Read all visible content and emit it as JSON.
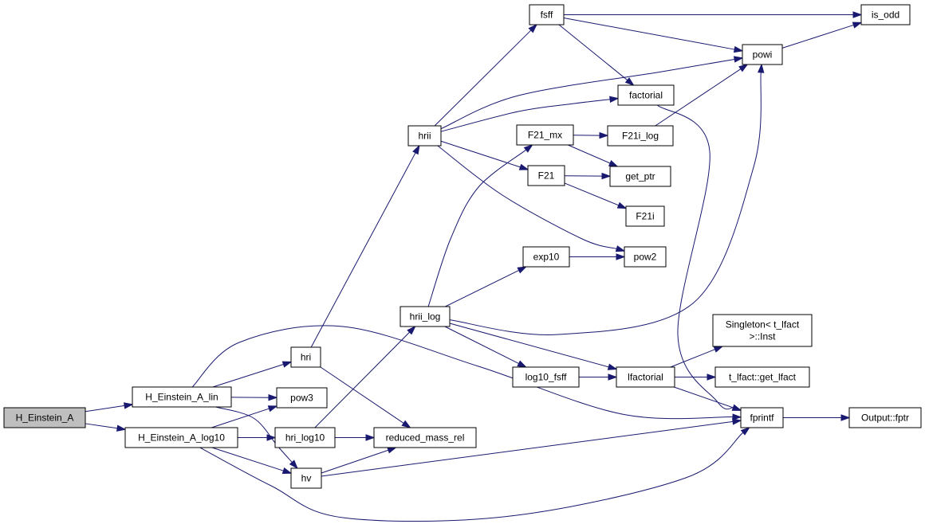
{
  "nodes": [
    {
      "id": "H_Einstein_A",
      "lines": [
        "H_Einstein_A"
      ],
      "highlighted": true
    },
    {
      "id": "H_Einstein_A_lin",
      "lines": [
        "H_Einstein_A_lin"
      ]
    },
    {
      "id": "H_Einstein_A_log10",
      "lines": [
        "H_Einstein_A_log10"
      ]
    },
    {
      "id": "hri",
      "lines": [
        "hri"
      ]
    },
    {
      "id": "pow3",
      "lines": [
        "pow3"
      ]
    },
    {
      "id": "hri_log10",
      "lines": [
        "hri_log10"
      ]
    },
    {
      "id": "hv",
      "lines": [
        "hv"
      ]
    },
    {
      "id": "reduced_mass_rel",
      "lines": [
        "reduced_mass_rel"
      ]
    },
    {
      "id": "hrii",
      "lines": [
        "hrii"
      ]
    },
    {
      "id": "hrii_log",
      "lines": [
        "hrii_log"
      ]
    },
    {
      "id": "fsff",
      "lines": [
        "fsff"
      ]
    },
    {
      "id": "F21_mx",
      "lines": [
        "F21_mx"
      ]
    },
    {
      "id": "F21",
      "lines": [
        "F21"
      ]
    },
    {
      "id": "exp10",
      "lines": [
        "exp10"
      ]
    },
    {
      "id": "log10_fsff",
      "lines": [
        "log10_fsff"
      ]
    },
    {
      "id": "factorial",
      "lines": [
        "factorial"
      ]
    },
    {
      "id": "F21i_log",
      "lines": [
        "F21i_log"
      ]
    },
    {
      "id": "get_ptr",
      "lines": [
        "get_ptr"
      ]
    },
    {
      "id": "F21i",
      "lines": [
        "F21i"
      ]
    },
    {
      "id": "pow2",
      "lines": [
        "pow2"
      ]
    },
    {
      "id": "lfactorial",
      "lines": [
        "lfactorial"
      ]
    },
    {
      "id": "powi",
      "lines": [
        "powi"
      ]
    },
    {
      "id": "Singleton_Inst",
      "lines": [
        "Singleton< t_lfact",
        ">::Inst"
      ]
    },
    {
      "id": "get_lfact",
      "lines": [
        "t_lfact::get_lfact"
      ]
    },
    {
      "id": "fprintf",
      "lines": [
        "fprintf"
      ]
    },
    {
      "id": "is_odd",
      "lines": [
        "is_odd"
      ]
    },
    {
      "id": "Output_fptr",
      "lines": [
        "Output::fptr"
      ]
    }
  ],
  "edges": [
    [
      "H_Einstein_A",
      "H_Einstein_A_lin"
    ],
    [
      "H_Einstein_A",
      "H_Einstein_A_log10"
    ],
    [
      "H_Einstein_A_lin",
      "hri"
    ],
    [
      "H_Einstein_A_lin",
      "pow3"
    ],
    [
      "H_Einstein_A_lin",
      "hv"
    ],
    [
      "H_Einstein_A_lin",
      "fprintf"
    ],
    [
      "H_Einstein_A_log10",
      "pow3"
    ],
    [
      "H_Einstein_A_log10",
      "hri_log10"
    ],
    [
      "H_Einstein_A_log10",
      "hv"
    ],
    [
      "H_Einstein_A_log10",
      "fprintf"
    ],
    [
      "hri",
      "hrii"
    ],
    [
      "hri",
      "reduced_mass_rel"
    ],
    [
      "hri_log10",
      "reduced_mass_rel"
    ],
    [
      "hri_log10",
      "hrii_log"
    ],
    [
      "hv",
      "reduced_mass_rel"
    ],
    [
      "hv",
      "fprintf"
    ],
    [
      "hrii",
      "fsff"
    ],
    [
      "hrii",
      "powi"
    ],
    [
      "hrii",
      "factorial"
    ],
    [
      "hrii",
      "F21"
    ],
    [
      "hrii",
      "pow2"
    ],
    [
      "hrii_log",
      "F21_mx"
    ],
    [
      "hrii_log",
      "exp10"
    ],
    [
      "hrii_log",
      "powi"
    ],
    [
      "hrii_log",
      "log10_fsff"
    ],
    [
      "hrii_log",
      "lfactorial"
    ],
    [
      "fsff",
      "is_odd"
    ],
    [
      "fsff",
      "powi"
    ],
    [
      "fsff",
      "factorial"
    ],
    [
      "F21_mx",
      "F21i_log"
    ],
    [
      "F21_mx",
      "get_ptr"
    ],
    [
      "F21",
      "get_ptr"
    ],
    [
      "F21",
      "F21i"
    ],
    [
      "exp10",
      "pow2"
    ],
    [
      "log10_fsff",
      "lfactorial"
    ],
    [
      "factorial",
      "fprintf"
    ],
    [
      "F21i_log",
      "powi"
    ],
    [
      "lfactorial",
      "Singleton_Inst"
    ],
    [
      "lfactorial",
      "get_lfact"
    ],
    [
      "lfactorial",
      "fprintf"
    ],
    [
      "powi",
      "is_odd"
    ],
    [
      "fprintf",
      "Output_fptr"
    ]
  ],
  "colors": {
    "edge": "#191970",
    "node_fill": "#ffffff",
    "node_highlight_fill": "#bfbfbf",
    "node_border": "#000000"
  }
}
